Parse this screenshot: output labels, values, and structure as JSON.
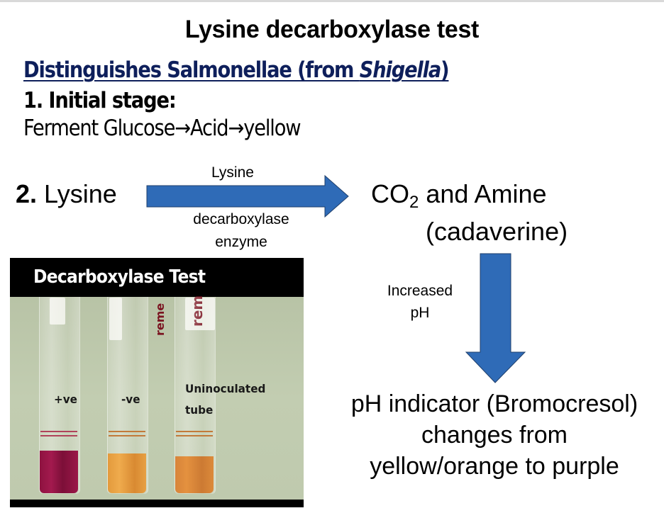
{
  "slide": {
    "title": "Lysine decarboxylase test",
    "subtitle": {
      "prefix": "Distinguishes Salmonellae (from ",
      "italic": "Shigella",
      "suffix": ")"
    },
    "step1": {
      "heading": "1. Initial stage:",
      "text": "Ferment Glucose→Acid→yellow"
    },
    "step2": {
      "number": "2.",
      "substrate": "Lysine",
      "arrow_label_top": "Lysine",
      "arrow_label_bottom_1": "decarboxylase",
      "arrow_label_bottom_2": "enzyme",
      "product_prefix": "CO",
      "product_subscript": "2",
      "product_suffix": " and Amine",
      "product_line2": "(cadaverine)"
    },
    "down_arrow_label": {
      "line1": "Increased",
      "line2": "pH"
    },
    "result_text": {
      "line1": "pH indicator (Bromocresol)",
      "line2": "changes from",
      "line3": "yellow/orange to purple"
    },
    "photo": {
      "title": "Decarboxylase Test",
      "tubes": [
        {
          "label": "+ve",
          "liquid_color": "#9a1646"
        },
        {
          "label": "-ve",
          "liquid_color": "#e59a3c"
        },
        {
          "label_line1": "Uninoculated",
          "label_line2": "tube",
          "liquid_color": "#dc8a3a"
        }
      ],
      "brand_text": "rem"
    }
  },
  "colors": {
    "arrow_fill": "#2f6bb7",
    "subtitle": "#0e1f5b",
    "positive_tube": "#9a1646",
    "negative_tube": "#e59a3c"
  }
}
